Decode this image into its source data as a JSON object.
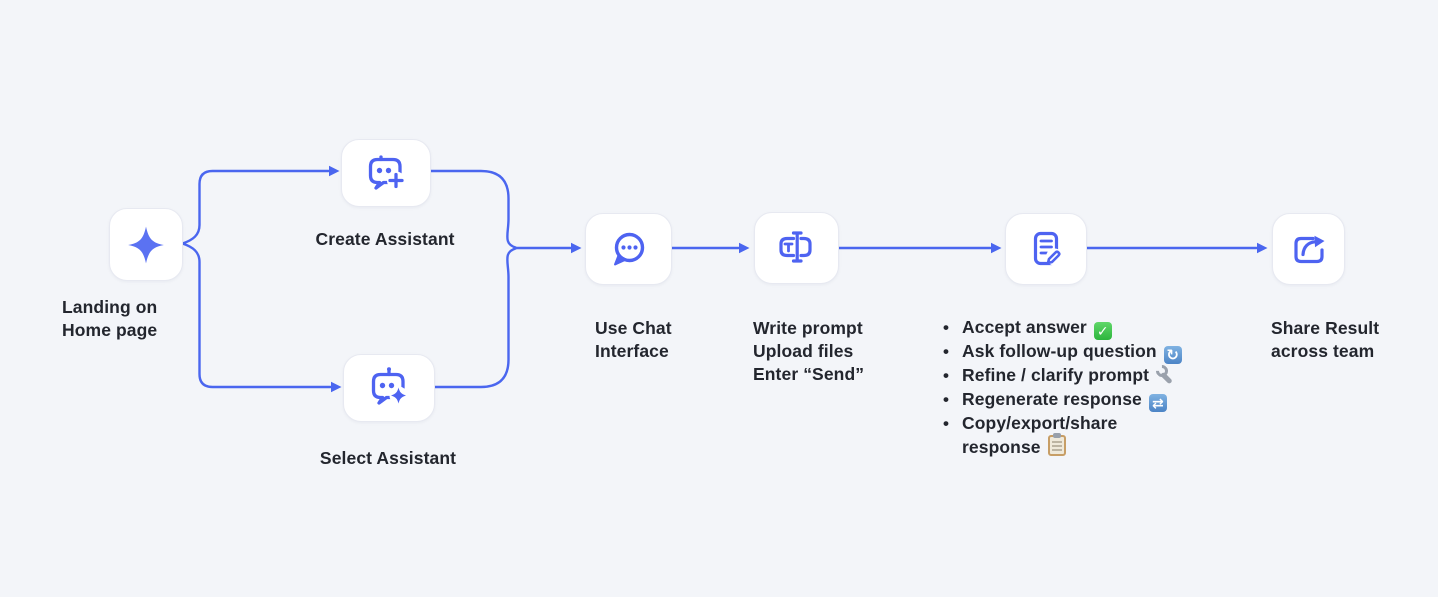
{
  "meta": {
    "background_color": "#f3f5f9",
    "connector_color": "#4a66ef",
    "icon_color": "#4e63f1",
    "sparkle_color": "#5b72f2",
    "text_color": "#23262e"
  },
  "flow": {
    "landing": {
      "label": "Landing on\nHome page",
      "icon": "sparkle-icon"
    },
    "create": {
      "label": "Create Assistant",
      "icon": "robot-plus-icon"
    },
    "select": {
      "label": "Select Assistant",
      "icon": "robot-sparkle-icon"
    },
    "chat": {
      "label": "Use Chat\nInterface",
      "icon": "chat-bubble-icon"
    },
    "prompt": {
      "label": "Write prompt\nUpload files\nEnter “Send”",
      "icon": "text-input-icon"
    },
    "review": {
      "icon": "document-edit-icon",
      "items": [
        {
          "text": "Accept answer",
          "emoji": "check"
        },
        {
          "text": "Ask follow-up question",
          "emoji": "refresh"
        },
        {
          "text": "Refine / clarify prompt",
          "emoji": "wrench"
        },
        {
          "text": "Regenerate response",
          "emoji": "repeat"
        },
        {
          "text": "Copy/export/share\nresponse",
          "emoji": "clipboard"
        }
      ]
    },
    "share": {
      "label": "Share Result\nacross team",
      "icon": "share-arrow-icon"
    }
  }
}
